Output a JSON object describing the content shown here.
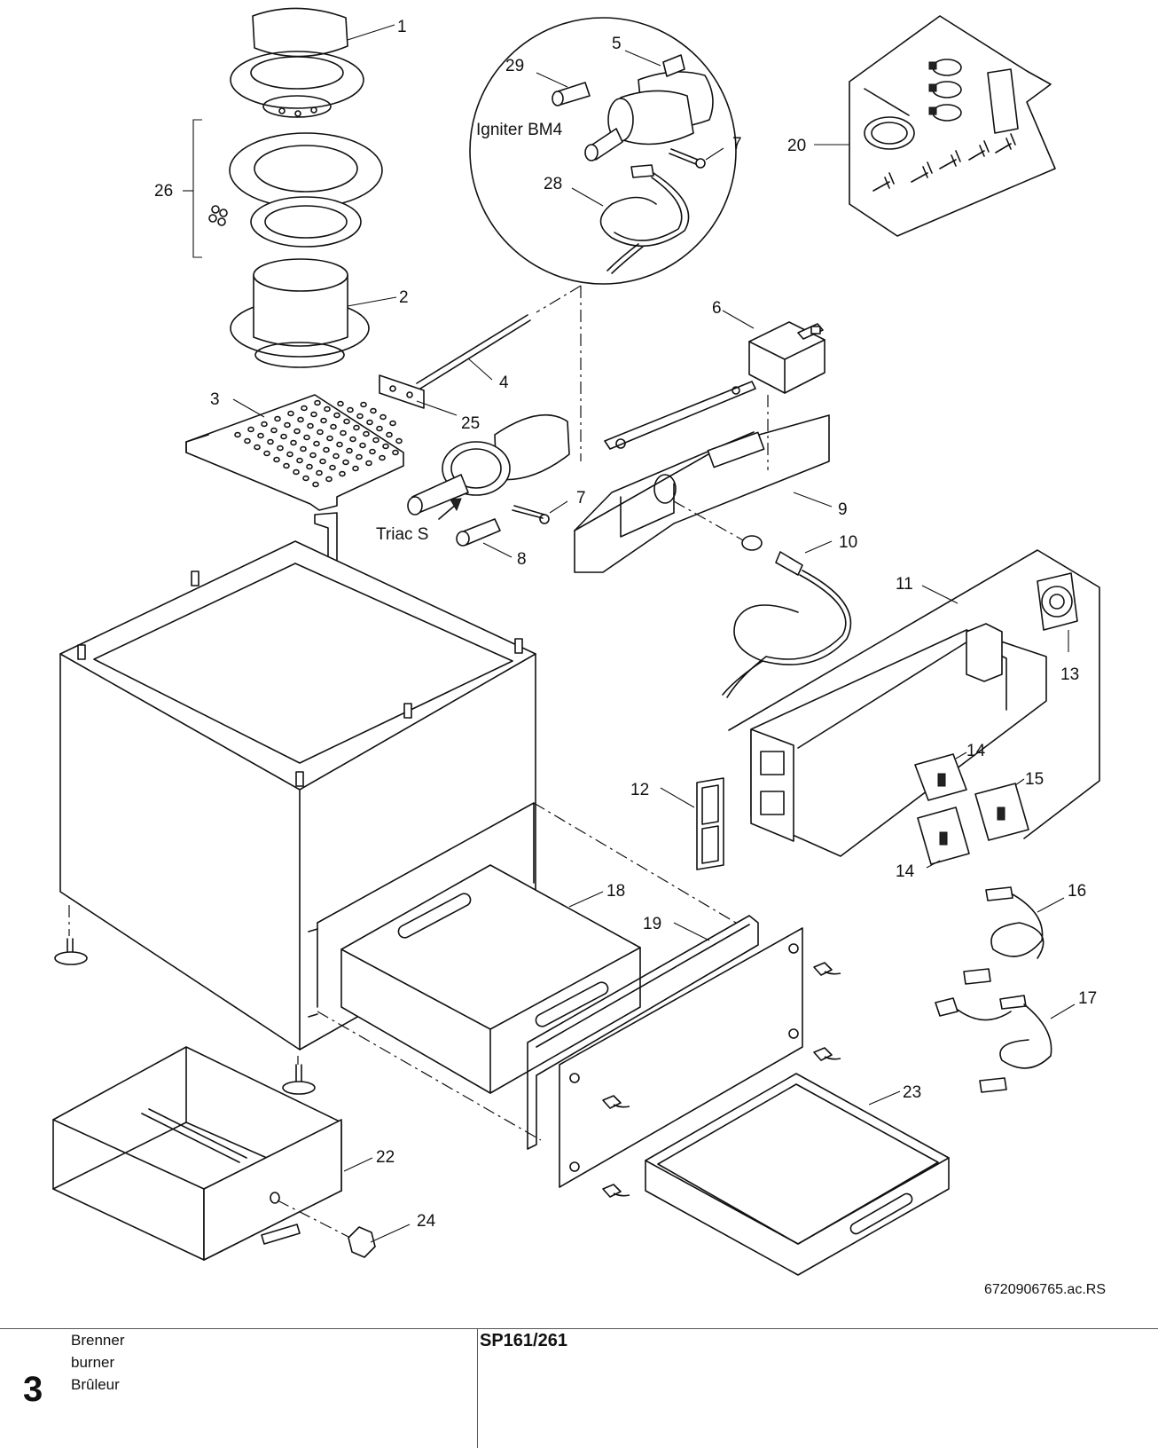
{
  "diagram": {
    "part_labels": {
      "p1": "1",
      "p2": "2",
      "p3": "3",
      "p4": "4",
      "p5": "5",
      "p6": "6",
      "p7a": "7",
      "p7b": "7",
      "p8": "8",
      "p9": "9",
      "p10": "10",
      "p11": "11",
      "p12": "12",
      "p13": "13",
      "p14a": "14",
      "p14b": "14",
      "p15": "15",
      "p16": "16",
      "p17": "17",
      "p18": "18",
      "p19": "19",
      "p20": "20",
      "p22": "22",
      "p23": "23",
      "p24": "24",
      "p25": "25",
      "p26": "26",
      "p28": "28",
      "p29": "29"
    },
    "igniter_bm4": "Igniter BM4",
    "triac_s": "Triac S",
    "drawing_code": "6720906765.ac.RS"
  },
  "footer": {
    "page_number": "3",
    "title_de": "Brenner",
    "title_en": "burner",
    "title_fr": "Brûleur",
    "model": "SP161/261"
  }
}
